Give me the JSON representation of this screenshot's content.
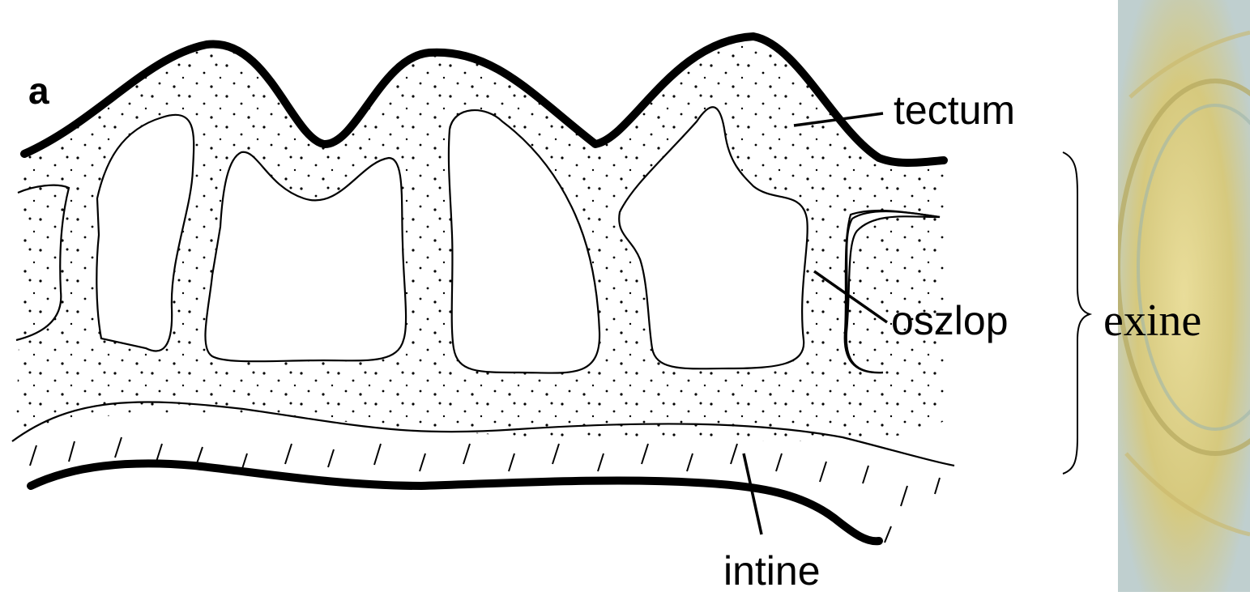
{
  "figure": {
    "panel_letter": "a",
    "labels": {
      "tectum": "tectum",
      "oszlop": "oszlop",
      "intine": "intine",
      "exine": "exine"
    }
  },
  "colors": {
    "ink": "#000000",
    "paper": "#ffffff",
    "texture_yellow": "#d9cc8a",
    "texture_blue": "#b7cad0"
  }
}
